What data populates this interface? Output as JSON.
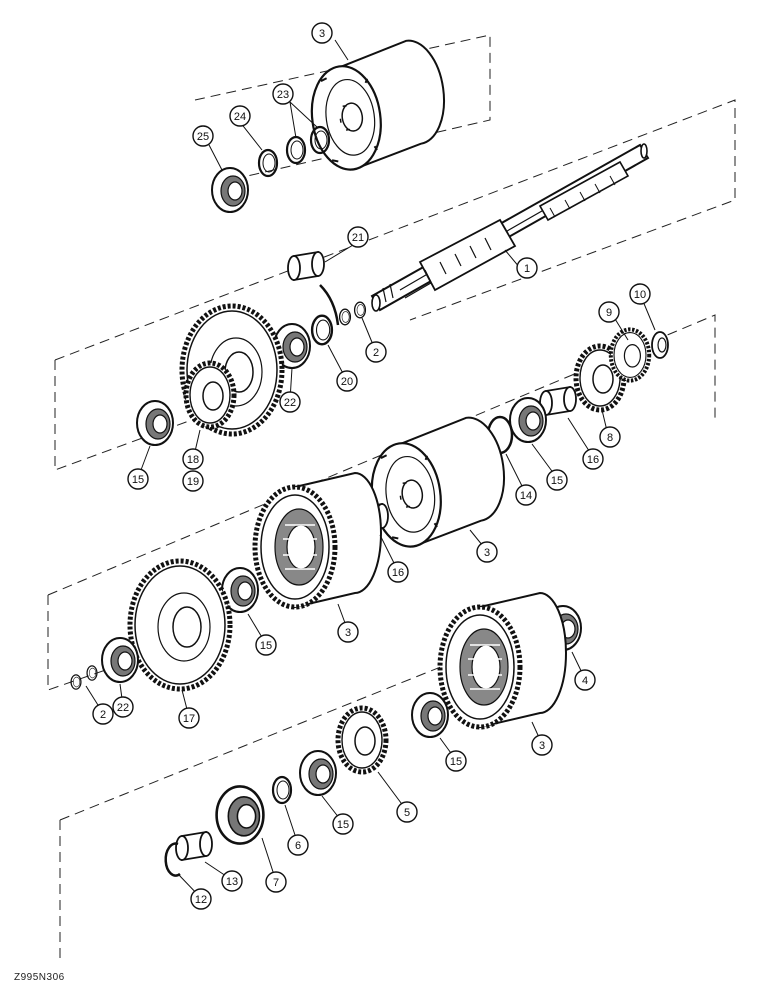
{
  "figure": {
    "code": "Z995N306"
  },
  "callouts": [
    {
      "id": "c1",
      "label": "1"
    },
    {
      "id": "c2a",
      "label": "2"
    },
    {
      "id": "c2b",
      "label": "2"
    },
    {
      "id": "c3a",
      "label": "3"
    },
    {
      "id": "c3b",
      "label": "3"
    },
    {
      "id": "c3c",
      "label": "3"
    },
    {
      "id": "c3d",
      "label": "3"
    },
    {
      "id": "c4",
      "label": "4"
    },
    {
      "id": "c5",
      "label": "5"
    },
    {
      "id": "c6",
      "label": "6"
    },
    {
      "id": "c7",
      "label": "7"
    },
    {
      "id": "c8",
      "label": "8"
    },
    {
      "id": "c9",
      "label": "9"
    },
    {
      "id": "c10",
      "label": "10"
    },
    {
      "id": "c12",
      "label": "12"
    },
    {
      "id": "c13",
      "label": "13"
    },
    {
      "id": "c14",
      "label": "14"
    },
    {
      "id": "c15a",
      "label": "15"
    },
    {
      "id": "c15b",
      "label": "15"
    },
    {
      "id": "c15c",
      "label": "15"
    },
    {
      "id": "c15d",
      "label": "15"
    },
    {
      "id": "c15e",
      "label": "15"
    },
    {
      "id": "c16a",
      "label": "16"
    },
    {
      "id": "c16b",
      "label": "16"
    },
    {
      "id": "c17",
      "label": "17"
    },
    {
      "id": "c18",
      "label": "18"
    },
    {
      "id": "c19",
      "label": "19"
    },
    {
      "id": "c20",
      "label": "20"
    },
    {
      "id": "c21",
      "label": "21"
    },
    {
      "id": "c22a",
      "label": "22"
    },
    {
      "id": "c22b",
      "label": "22"
    },
    {
      "id": "c23",
      "label": "23"
    },
    {
      "id": "c24",
      "label": "24"
    },
    {
      "id": "c25",
      "label": "25"
    }
  ]
}
